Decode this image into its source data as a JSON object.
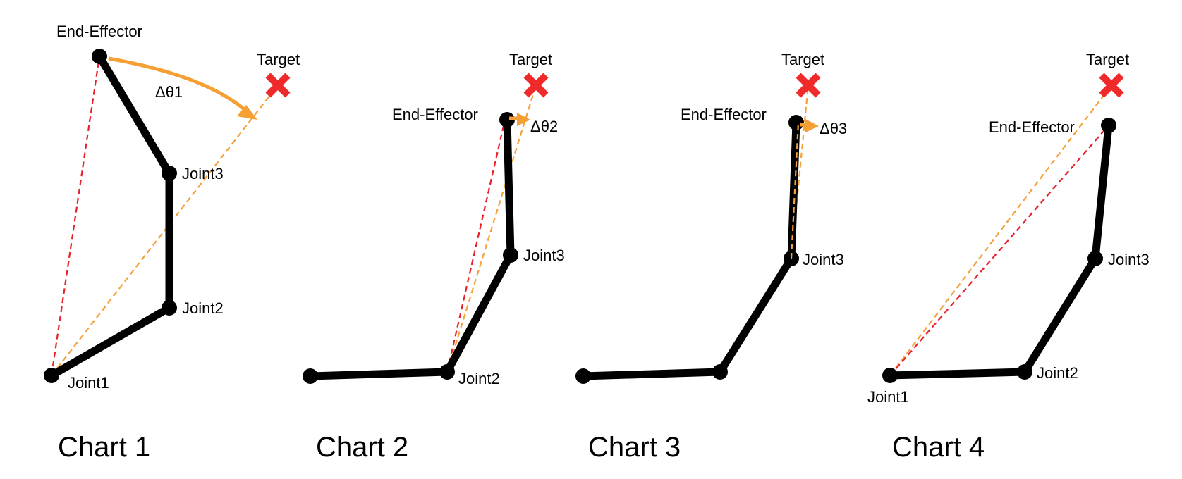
{
  "colors": {
    "link": "#000000",
    "current_line": "#e8202a",
    "target_line": "#f5a03a",
    "rotation_arrow": "#f6a033",
    "target_marker": "#ee2a2a"
  },
  "icons": {
    "target": "cross-mark-icon",
    "rotation": "curved-arrow-icon"
  },
  "charts": [
    {
      "title": "Chart 1",
      "target_label": "Target",
      "end_effector_label": "End-Effector",
      "delta_label": "Δθ1",
      "joint_labels": {
        "joint1": "Joint1",
        "joint2": "Joint2",
        "joint3": "Joint3"
      }
    },
    {
      "title": "Chart 2",
      "target_label": "Target",
      "end_effector_label": "End-Effector",
      "delta_label": "Δθ2",
      "joint_labels": {
        "joint2": "Joint2",
        "joint3": "Joint3"
      }
    },
    {
      "title": "Chart 3",
      "target_label": "Target",
      "end_effector_label": "End-Effector",
      "delta_label": "Δθ3",
      "joint_labels": {
        "joint3": "Joint3"
      }
    },
    {
      "title": "Chart 4",
      "target_label": "Target",
      "end_effector_label": "End-Effector",
      "joint_labels": {
        "joint1": "Joint1",
        "joint2": "Joint2",
        "joint3": "Joint3"
      }
    }
  ]
}
